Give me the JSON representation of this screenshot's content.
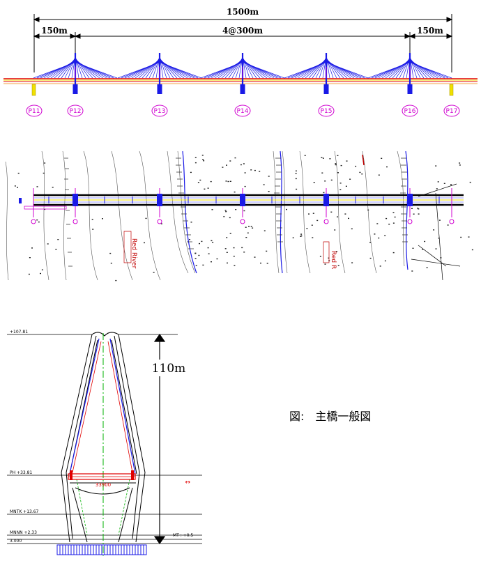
{
  "elevation": {
    "total_span": "1500m",
    "side_span_left": "150m",
    "main_spans": "4@300m",
    "side_span_right": "150m",
    "piers": [
      "P11",
      "P12",
      "P13",
      "P14",
      "P15",
      "P16",
      "P17"
    ]
  },
  "plan": {
    "river_labels": [
      "Red River",
      "Red R"
    ]
  },
  "tower": {
    "height": "110m",
    "levels": [
      "+107.81",
      "PH +33.81",
      "MNTK +13.67",
      "MNNN +2.33",
      "3.000"
    ],
    "deck_width": "33900",
    "right_mark": "MT : +0.5"
  },
  "caption": "図:　主橋一般図",
  "colors": {
    "cable": "#1a1ae6",
    "pier": "#d000d0",
    "deck": "#e00000",
    "yellow": "#f0e000",
    "green": "#00b000"
  }
}
